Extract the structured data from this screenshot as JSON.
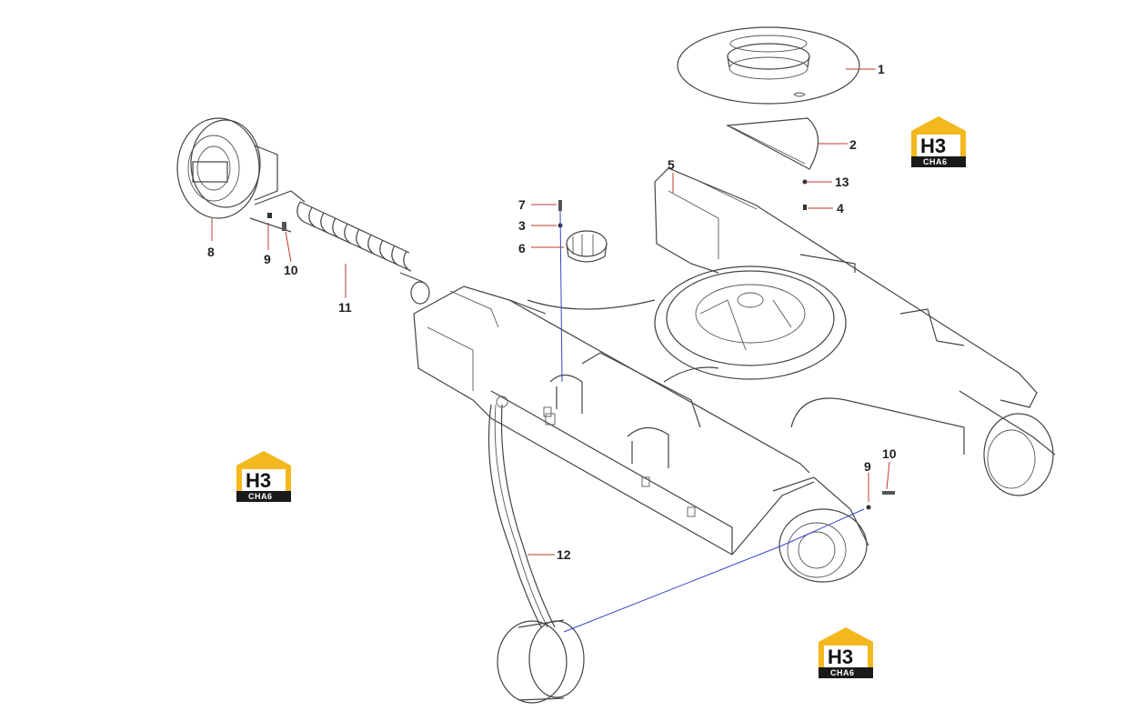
{
  "parts": {
    "p1": "1",
    "p2": "2",
    "p13": "13",
    "p4": "4",
    "p5": "5",
    "p7": "7",
    "p3": "3",
    "p6": "6",
    "p8": "8",
    "p9a": "9",
    "p10a": "10",
    "p11": "11",
    "p9b": "9",
    "p10b": "10",
    "p12": "12"
  },
  "logo": {
    "main": "H3",
    "sub": "CHA6",
    "colors": {
      "roof": "#f2b81d",
      "text": "#111111",
      "band": "#1a1a1a"
    }
  }
}
